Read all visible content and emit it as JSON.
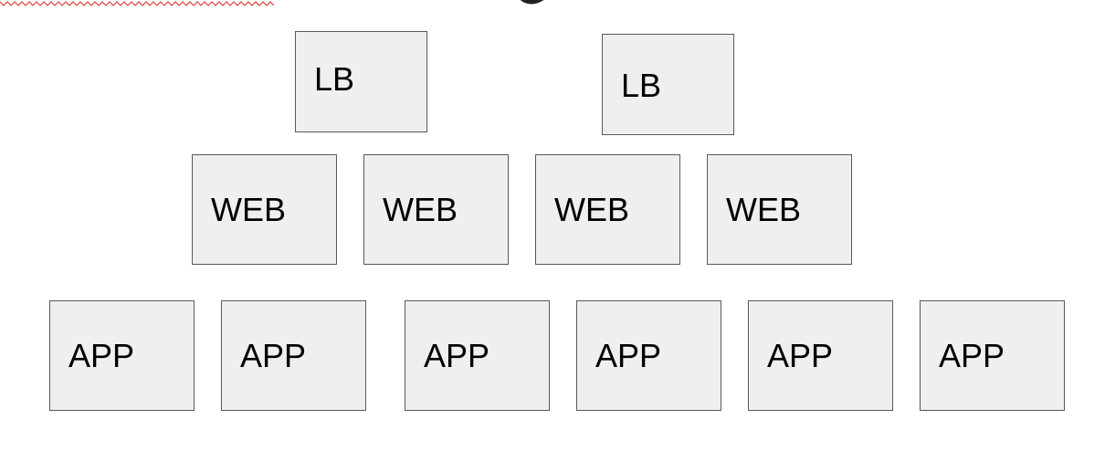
{
  "diagram": {
    "tiers": [
      {
        "nodes": [
          {
            "label": "LB"
          },
          {
            "label": "LB"
          }
        ]
      },
      {
        "nodes": [
          {
            "label": "WEB"
          },
          {
            "label": "WEB"
          },
          {
            "label": "WEB"
          },
          {
            "label": "WEB"
          }
        ]
      },
      {
        "nodes": [
          {
            "label": "APP"
          },
          {
            "label": "APP"
          },
          {
            "label": "APP"
          },
          {
            "label": "APP"
          },
          {
            "label": "APP"
          },
          {
            "label": "APP"
          }
        ]
      }
    ],
    "colors": {
      "box_fill": "#efefef",
      "box_border": "#595959",
      "text": "#000000",
      "spell_squiggle": "#d93025"
    }
  }
}
